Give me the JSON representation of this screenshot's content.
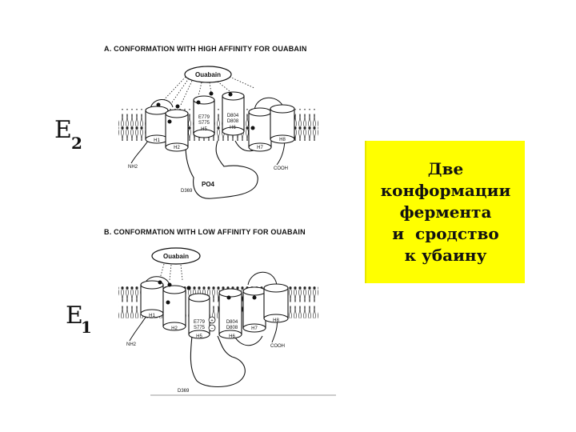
{
  "panel_a": {
    "title": "A. CONFORMATION WITH HIGH AFFINITY FOR OUABAIN",
    "state_letter": "E",
    "state_number": "2",
    "ligand": "Ouabain",
    "helices": [
      "H1",
      "H2",
      "H5",
      "H6",
      "H7",
      "H8"
    ],
    "residues_h5": [
      "E779",
      "S775"
    ],
    "residues_h6": [
      "D804",
      "D808"
    ],
    "n_term": "NH2",
    "c_term": "COOH",
    "phosphate": "PO4",
    "asp": "D369"
  },
  "panel_b": {
    "title": "B. CONFORMATION WITH LOW AFFINITY FOR OUABAIN",
    "state_letter": "E",
    "state_number": "1",
    "ligand": "Ouabain",
    "helices": [
      "H1",
      "H2",
      "H5",
      "H6",
      "H7",
      "H8"
    ],
    "residues_h5": [
      "E779",
      "S775"
    ],
    "residues_h6": [
      "D804",
      "D808"
    ],
    "n_term": "NH2",
    "c_term": "COOH",
    "asp": "D369"
  },
  "caption": {
    "lines": [
      "Две",
      "конформации",
      "фермента",
      "и  сродство",
      "к убаину"
    ],
    "background": "#ffff00"
  }
}
